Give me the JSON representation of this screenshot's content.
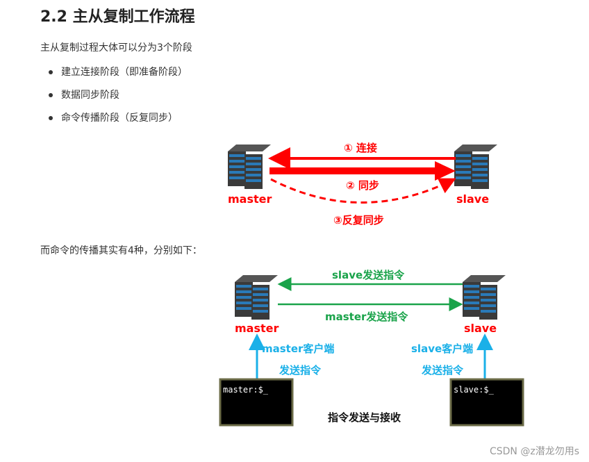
{
  "section": {
    "title": "2.2 主从复制工作流程",
    "intro": "主从复制过程大体可以分为3个阶段"
  },
  "stages": [
    "建立连接阶段（即准备阶段）",
    "数据同步阶段",
    "命令传播阶段（反复同步）"
  ],
  "diagram1": {
    "master": "master",
    "slave": "slave",
    "step1": "① 连接",
    "step2": "② 同步",
    "step3": "③反复同步"
  },
  "para2": "而命令的传播其实有4种，分别如下：",
  "diagram2": {
    "master": "master",
    "slave": "slave",
    "slave_cmd": "slave发送指令",
    "master_cmd": "master发送指令",
    "master_client_l1": "master客户端",
    "master_client_l2": "发送指令",
    "slave_client_l1": "slave客户端",
    "slave_client_l2": "发送指令",
    "master_terminal": "master:$_",
    "slave_terminal": "slave:$_",
    "caption": "指令发送与接收"
  },
  "watermark": "CSDN @z潜龙勿用s",
  "colors": {
    "red": "#ff0000",
    "green": "#1aa34a",
    "cyan": "#1ab0e8"
  }
}
